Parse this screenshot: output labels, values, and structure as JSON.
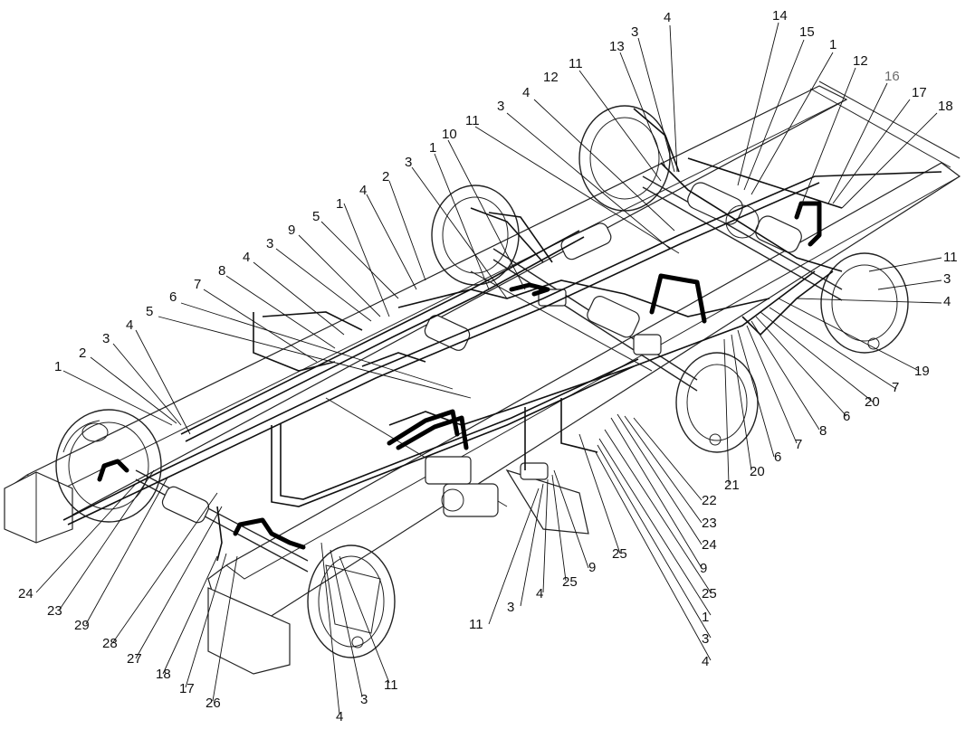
{
  "diagram": {
    "labels": [
      {
        "id": "L01",
        "text": "4"
      },
      {
        "id": "L02",
        "text": "14"
      },
      {
        "id": "L03",
        "text": "3"
      },
      {
        "id": "L04",
        "text": "15"
      },
      {
        "id": "L05",
        "text": "13"
      },
      {
        "id": "L06",
        "text": "1"
      },
      {
        "id": "L07",
        "text": "12"
      },
      {
        "id": "L08",
        "text": "16",
        "muted": true
      },
      {
        "id": "L09",
        "text": "11"
      },
      {
        "id": "L10",
        "text": "17"
      },
      {
        "id": "L11",
        "text": "4"
      },
      {
        "id": "L12",
        "text": "12"
      },
      {
        "id": "L13",
        "text": "18"
      },
      {
        "id": "L14",
        "text": "3"
      },
      {
        "id": "L15",
        "text": "11"
      },
      {
        "id": "L16",
        "text": "10"
      },
      {
        "id": "L17",
        "text": "1"
      },
      {
        "id": "L18",
        "text": "3"
      },
      {
        "id": "L19",
        "text": "2"
      },
      {
        "id": "L20",
        "text": "4"
      },
      {
        "id": "L21",
        "text": "1"
      },
      {
        "id": "L22",
        "text": "5"
      },
      {
        "id": "L23",
        "text": "9"
      },
      {
        "id": "L24",
        "text": "3"
      },
      {
        "id": "L25",
        "text": "4"
      },
      {
        "id": "L26",
        "text": "8"
      },
      {
        "id": "L27",
        "text": "7"
      },
      {
        "id": "L28",
        "text": "6"
      },
      {
        "id": "L29",
        "text": "5"
      },
      {
        "id": "L30",
        "text": "4"
      },
      {
        "id": "L31",
        "text": "3"
      },
      {
        "id": "L32",
        "text": "2"
      },
      {
        "id": "L33",
        "text": "1"
      },
      {
        "id": "L34",
        "text": "11"
      },
      {
        "id": "L35",
        "text": "3"
      },
      {
        "id": "L36",
        "text": "4"
      },
      {
        "id": "L37",
        "text": "19"
      },
      {
        "id": "L38",
        "text": "7"
      },
      {
        "id": "L39",
        "text": "20"
      },
      {
        "id": "L40",
        "text": "6"
      },
      {
        "id": "L41",
        "text": "8"
      },
      {
        "id": "L42",
        "text": "7"
      },
      {
        "id": "L43",
        "text": "6"
      },
      {
        "id": "L44",
        "text": "20"
      },
      {
        "id": "L45",
        "text": "21"
      },
      {
        "id": "L46",
        "text": "22"
      },
      {
        "id": "L47",
        "text": "23"
      },
      {
        "id": "L48",
        "text": "24"
      },
      {
        "id": "L49",
        "text": "9"
      },
      {
        "id": "L50",
        "text": "25"
      },
      {
        "id": "L51",
        "text": "1"
      },
      {
        "id": "L52",
        "text": "3"
      },
      {
        "id": "L53",
        "text": "4"
      },
      {
        "id": "L54",
        "text": "25"
      },
      {
        "id": "L55",
        "text": "9"
      },
      {
        "id": "L56",
        "text": "25"
      },
      {
        "id": "L57",
        "text": "4"
      },
      {
        "id": "L58",
        "text": "3"
      },
      {
        "id": "L59",
        "text": "11"
      },
      {
        "id": "L60",
        "text": "24"
      },
      {
        "id": "L61",
        "text": "23"
      },
      {
        "id": "L62",
        "text": "29"
      },
      {
        "id": "L63",
        "text": "28"
      },
      {
        "id": "L64",
        "text": "27"
      },
      {
        "id": "L65",
        "text": "18"
      },
      {
        "id": "L66",
        "text": "17"
      },
      {
        "id": "L67",
        "text": "26"
      },
      {
        "id": "L68",
        "text": "4"
      },
      {
        "id": "L69",
        "text": "3"
      },
      {
        "id": "L70",
        "text": "11"
      }
    ]
  }
}
